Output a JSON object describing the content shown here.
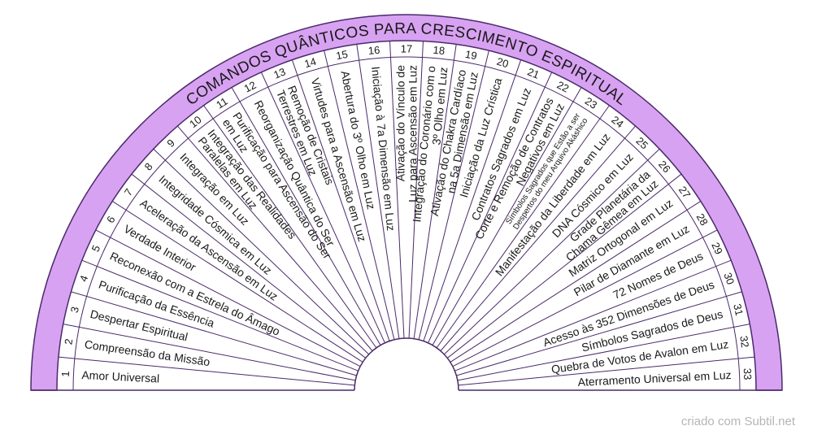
{
  "title": "COMANDOS QUÂNTICOS PARA CRESCIMENTO ESPIRITUAL",
  "colors": {
    "band": "#d8a2f2",
    "stroke": "#4a2a6a",
    "text": "#1a1a1a"
  },
  "sectors": [
    {
      "number": "1",
      "lines": [
        "Amor Universal"
      ]
    },
    {
      "number": "2",
      "lines": [
        "Compreensão da Missão"
      ]
    },
    {
      "number": "3",
      "lines": [
        "Despertar Espiritual"
      ]
    },
    {
      "number": "4",
      "lines": [
        "Purificação da Essência"
      ]
    },
    {
      "number": "5",
      "lines": [
        "Reconexão com a Estrela do Âmago"
      ]
    },
    {
      "number": "6",
      "lines": [
        "Verdade Interior"
      ]
    },
    {
      "number": "7",
      "lines": [
        "Aceleração da Ascensão em Luz"
      ]
    },
    {
      "number": "8",
      "lines": [
        "Integridade Cósmica em Luz"
      ]
    },
    {
      "number": "9",
      "lines": [
        "Integração em Luz"
      ]
    },
    {
      "number": "10",
      "lines": [
        "Integração das Realidades",
        "Paralelas em Luz"
      ]
    },
    {
      "number": "11",
      "lines": [
        "Purificação para Ascensão do Ser",
        "em Luz"
      ]
    },
    {
      "number": "12",
      "lines": [
        "Reorganização Quântica do Ser"
      ]
    },
    {
      "number": "13",
      "lines": [
        "Remoção de Cristais",
        "Terrestres em Luz"
      ]
    },
    {
      "number": "14",
      "lines": [
        "Virtudes para a Ascensão em Luz"
      ]
    },
    {
      "number": "15",
      "lines": [
        "Abertura do 3º Olho em Luz"
      ]
    },
    {
      "number": "16",
      "lines": [
        "Iniciação à 7a Dimensão em Luz"
      ]
    },
    {
      "number": "17",
      "lines": [
        "Ativação do Vínculo de",
        "Luz para Ascensão em Luz"
      ]
    },
    {
      "number": "18",
      "lines": [
        "Integração do Coronário com o",
        "3º Olho em Luz"
      ]
    },
    {
      "number": "19",
      "lines": [
        "Ativação do Chakra Cardíaco",
        "na 5a Dimensão em Luz"
      ]
    },
    {
      "number": "20",
      "lines": [
        "Iniciação da Luz Crística"
      ]
    },
    {
      "number": "21",
      "lines": [
        "Contratos Sagrados em Luz"
      ]
    },
    {
      "number": "22",
      "lines": [
        "Corte e Remoção de Contratos",
        "Negativos em Luz"
      ]
    },
    {
      "number": "23",
      "lines": [
        "Símbolos Sagrados que Estão a ser",
        "Despertos do meu Arquivo Akáshico"
      ]
    },
    {
      "number": "24",
      "lines": [
        "Manifestação da Liberdade em Luz"
      ]
    },
    {
      "number": "25",
      "lines": [
        "DNA Cósmico em Luz"
      ]
    },
    {
      "number": "26",
      "lines": [
        "Grade Planetária da",
        "Chama Gêmea em Luz"
      ]
    },
    {
      "number": "27",
      "lines": [
        "Matriz Ortogonal em Luz"
      ]
    },
    {
      "number": "28",
      "lines": [
        "Pilar de Diamante em Luz"
      ]
    },
    {
      "number": "29",
      "lines": [
        "72 Nomes de Deus"
      ]
    },
    {
      "number": "30",
      "lines": [
        "Acesso às 352 Dimensões de Deus"
      ]
    },
    {
      "number": "31",
      "lines": [
        "Símbolos Sagrados de Deus"
      ]
    },
    {
      "number": "32",
      "lines": [
        "Quebra de Votos de Avalon em Luz"
      ]
    },
    {
      "number": "33",
      "lines": [
        "Aterramento Universal em Luz"
      ]
    }
  ],
  "credit": "criado com Subtil.net"
}
